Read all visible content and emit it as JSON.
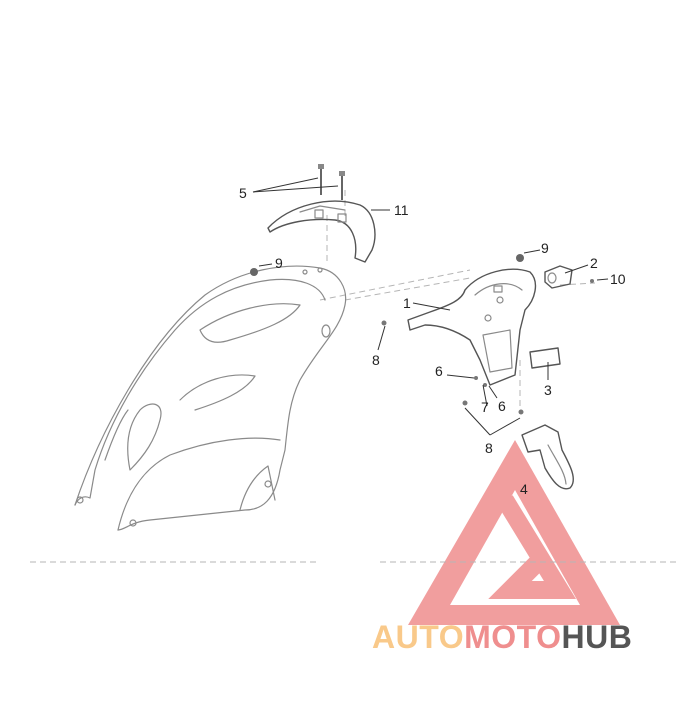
{
  "callouts": {
    "c1": "1",
    "c2": "2",
    "c3": "3",
    "c4": "4",
    "c5": "5",
    "c6a": "6",
    "c6b": "6",
    "c7": "7",
    "c8a": "8",
    "c8b": "8",
    "c9a": "9",
    "c9b": "9",
    "c10": "10",
    "c11": "11"
  },
  "watermark": {
    "part1": "AUTO",
    "part2": "MOTO",
    "part3": "HUB",
    "color_light": "#f9c98a",
    "color_red": "#ef8e8e",
    "color_dark": "#555555"
  }
}
